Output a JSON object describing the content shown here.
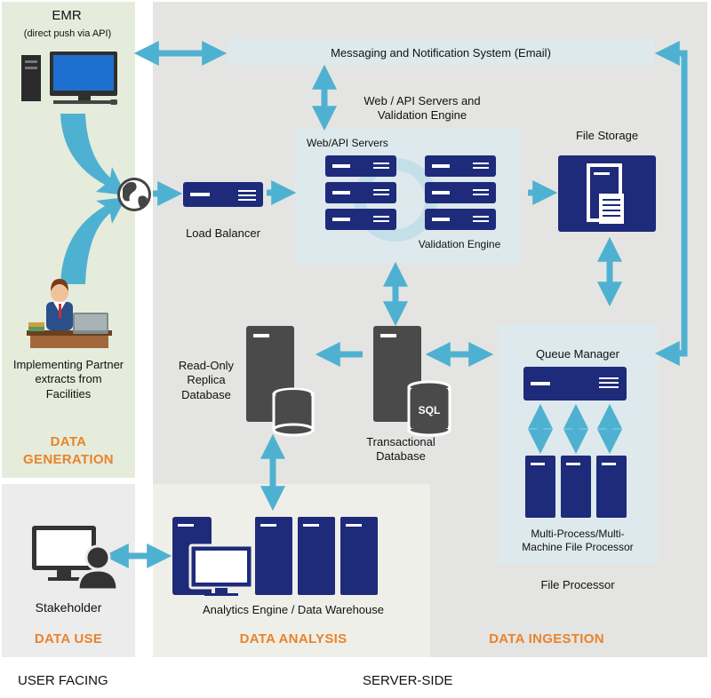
{
  "colors": {
    "panel_left": "#e5ecdb",
    "panel_bottom_left": "#ececec",
    "panel_server": "#e4e5e2",
    "panel_analysis": "#efefe9",
    "box_light": "#dde9ec",
    "arrow": "#4fb1d1",
    "server_navy": "#1e2a7a",
    "db_gray": "#4a4a4a",
    "section_orange": "#e9832b"
  },
  "labels": {
    "emr_title": "EMR",
    "emr_sub": "(direct push via API)",
    "messaging": "Messaging and Notification System (Email)",
    "web_api_validation": "Web / API Servers and\nValidation Engine",
    "web_api_servers": "Web/API Servers",
    "validation_engine": "Validation Engine",
    "file_storage": "File Storage",
    "load_balancer": "Load Balancer",
    "implementing_partner": "Implementing Partner\nextracts from\nFacilities",
    "read_only_replica": "Read-Only\nReplica\nDatabase",
    "transactional_db": "Transactional\nDatabase",
    "sql": "SQL",
    "queue_manager": "Queue Manager",
    "file_processor_multi": "Multi-Process/Multi-\nMachine File Processor",
    "file_processor": "File Processor",
    "stakeholder": "Stakeholder",
    "analytics_engine": "Analytics Engine / Data Warehouse"
  },
  "sections": {
    "data_generation": "DATA\nGENERATION",
    "data_use": "DATA USE",
    "data_analysis": "DATA ANALYSIS",
    "data_ingestion": "DATA INGESTION"
  },
  "footer": {
    "user_facing": "USER FACING",
    "server_side": "SERVER-SIDE"
  },
  "icons": [
    "desktop-computer-icon",
    "globe-icon",
    "person-at-desk-icon",
    "server-icon",
    "database-icon",
    "monitor-user-icon",
    "file-storage-icon"
  ]
}
